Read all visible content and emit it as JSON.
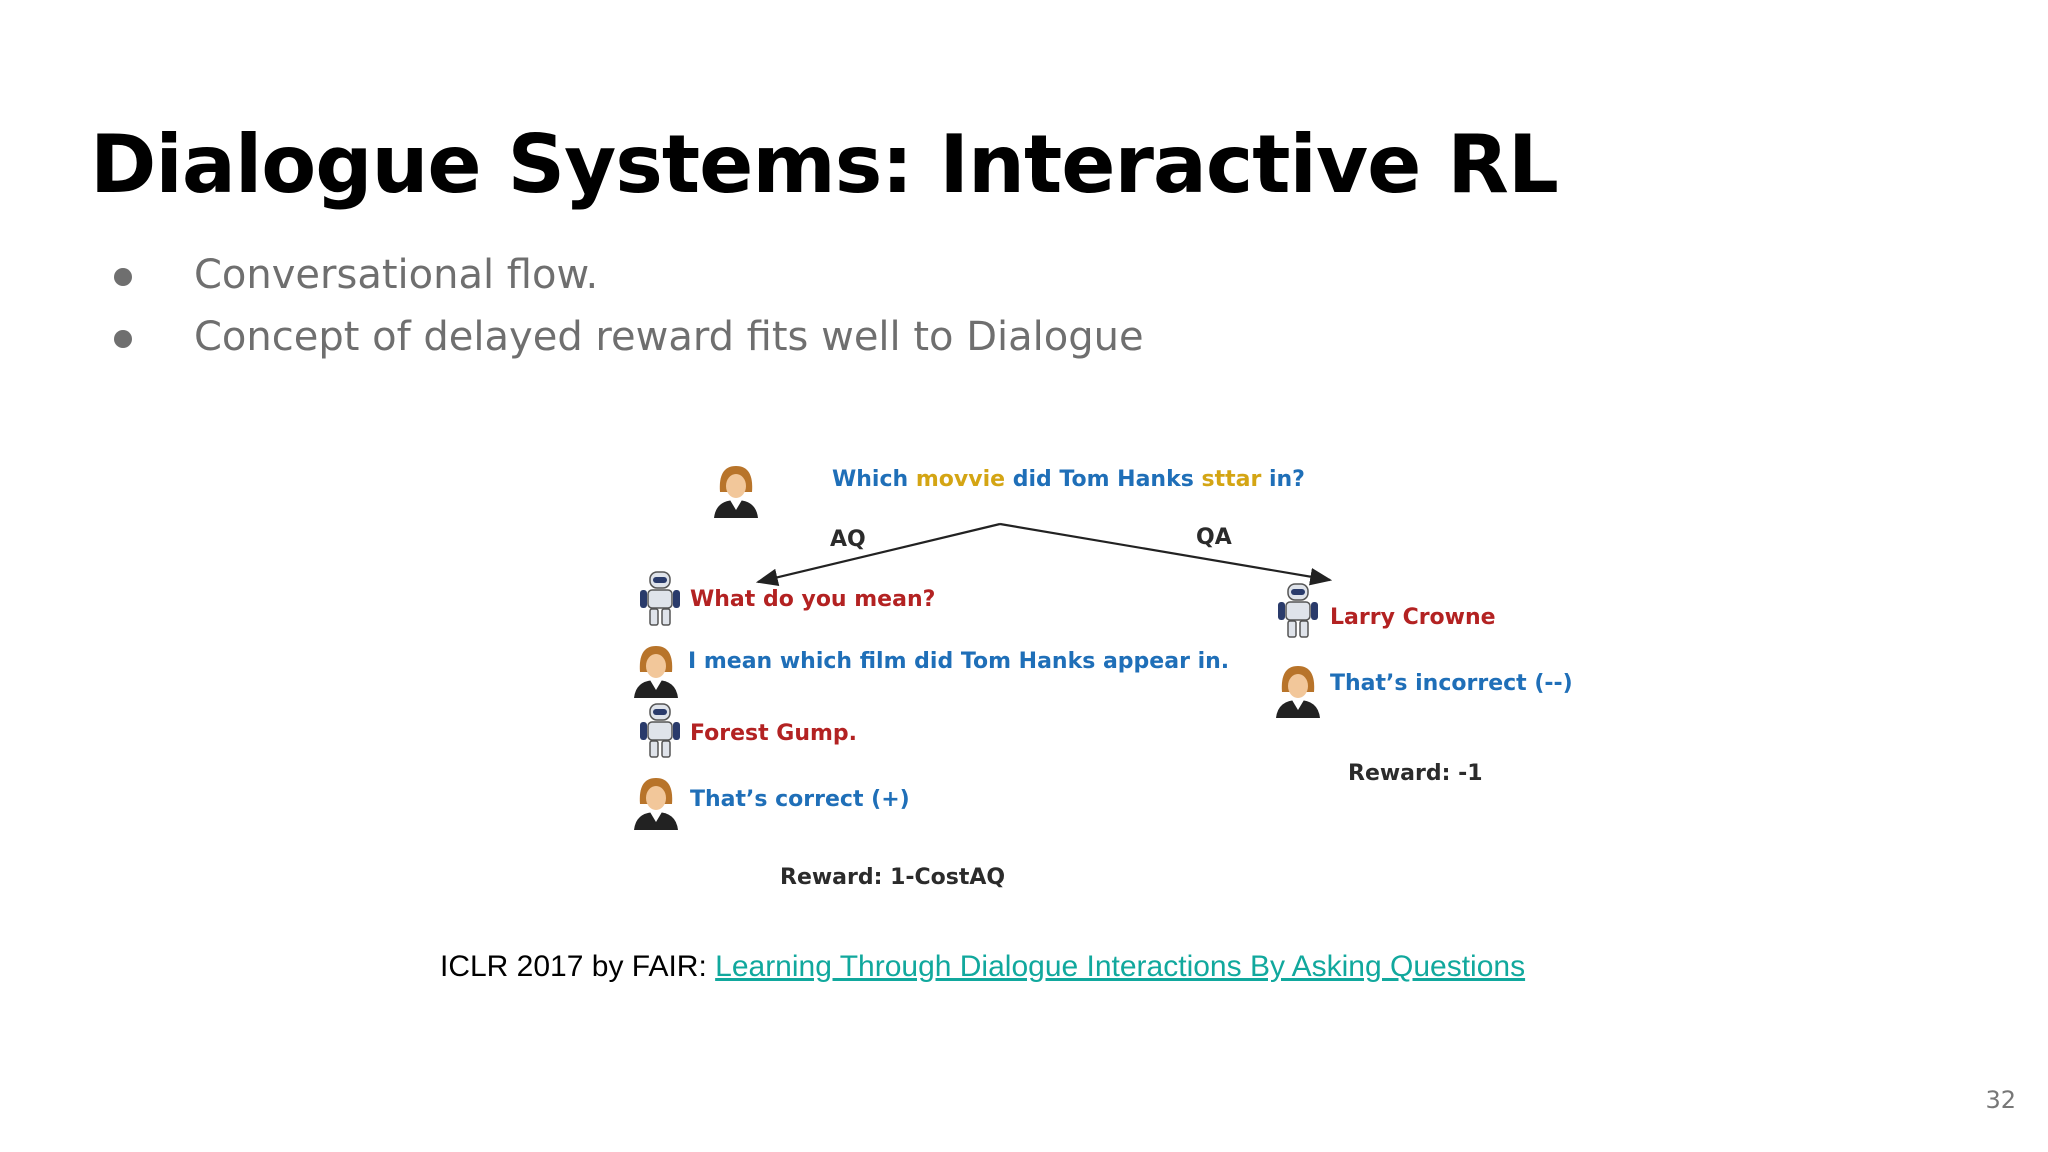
{
  "slide": {
    "title": "Dialogue Systems: Interactive RL",
    "bullets": [
      "Conversational flow.",
      "Concept of delayed reward fits well to Dialogue"
    ],
    "page_number": "32"
  },
  "figure": {
    "question": {
      "part1": "Which ",
      "typo1": "movvie",
      "part2": " did Tom Hanks ",
      "typo2": "sttar",
      "part3": " in?"
    },
    "branch_left_label": "AQ",
    "branch_right_label": "QA",
    "left_dialogue": [
      "What do you mean?",
      "I mean which film did Tom Hanks appear in.",
      "Forest Gump.",
      "That’s correct (+)"
    ],
    "left_reward": "Reward: 1-CostAQ",
    "right_dialogue": [
      "Larry Crowne",
      "That’s incorrect (--)"
    ],
    "right_reward": "Reward: -1"
  },
  "caption": {
    "prefix": "ICLR 2017 by FAIR: ",
    "link_text": "Learning Through Dialogue Interactions By Asking Questions"
  },
  "colors": {
    "title": "#000000",
    "bullet_text": "#6f6f6f",
    "dialogue_blue": "#1f6fb8",
    "dialogue_red": "#b32222",
    "typo_gold": "#d4a514",
    "link": "#11a89d"
  }
}
